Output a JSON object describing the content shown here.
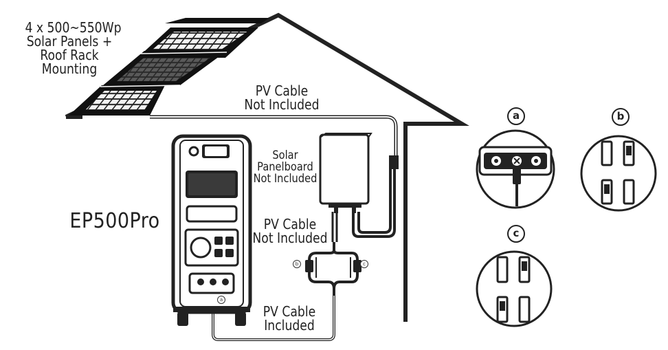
{
  "labels": {
    "solar": [
      "4 x 500~550Wp",
      "Solar Panels +",
      "Roof Rack",
      "Mounting"
    ],
    "pv_cable_top": [
      "PV Cable",
      "Not Included"
    ],
    "panelboard": [
      "Solar",
      "Panelboard",
      "Not Included"
    ],
    "pv_cable_mid": [
      "PV Cable",
      "Not Included"
    ],
    "pv_cable_bottom": [
      "PV Cable",
      "Included"
    ],
    "model": "EP500Pro"
  },
  "callouts": {
    "a": "a",
    "b": "b",
    "c": "c"
  },
  "colors": {
    "line": "#222222",
    "panel_cell": "#333333",
    "background": "#ffffff"
  }
}
